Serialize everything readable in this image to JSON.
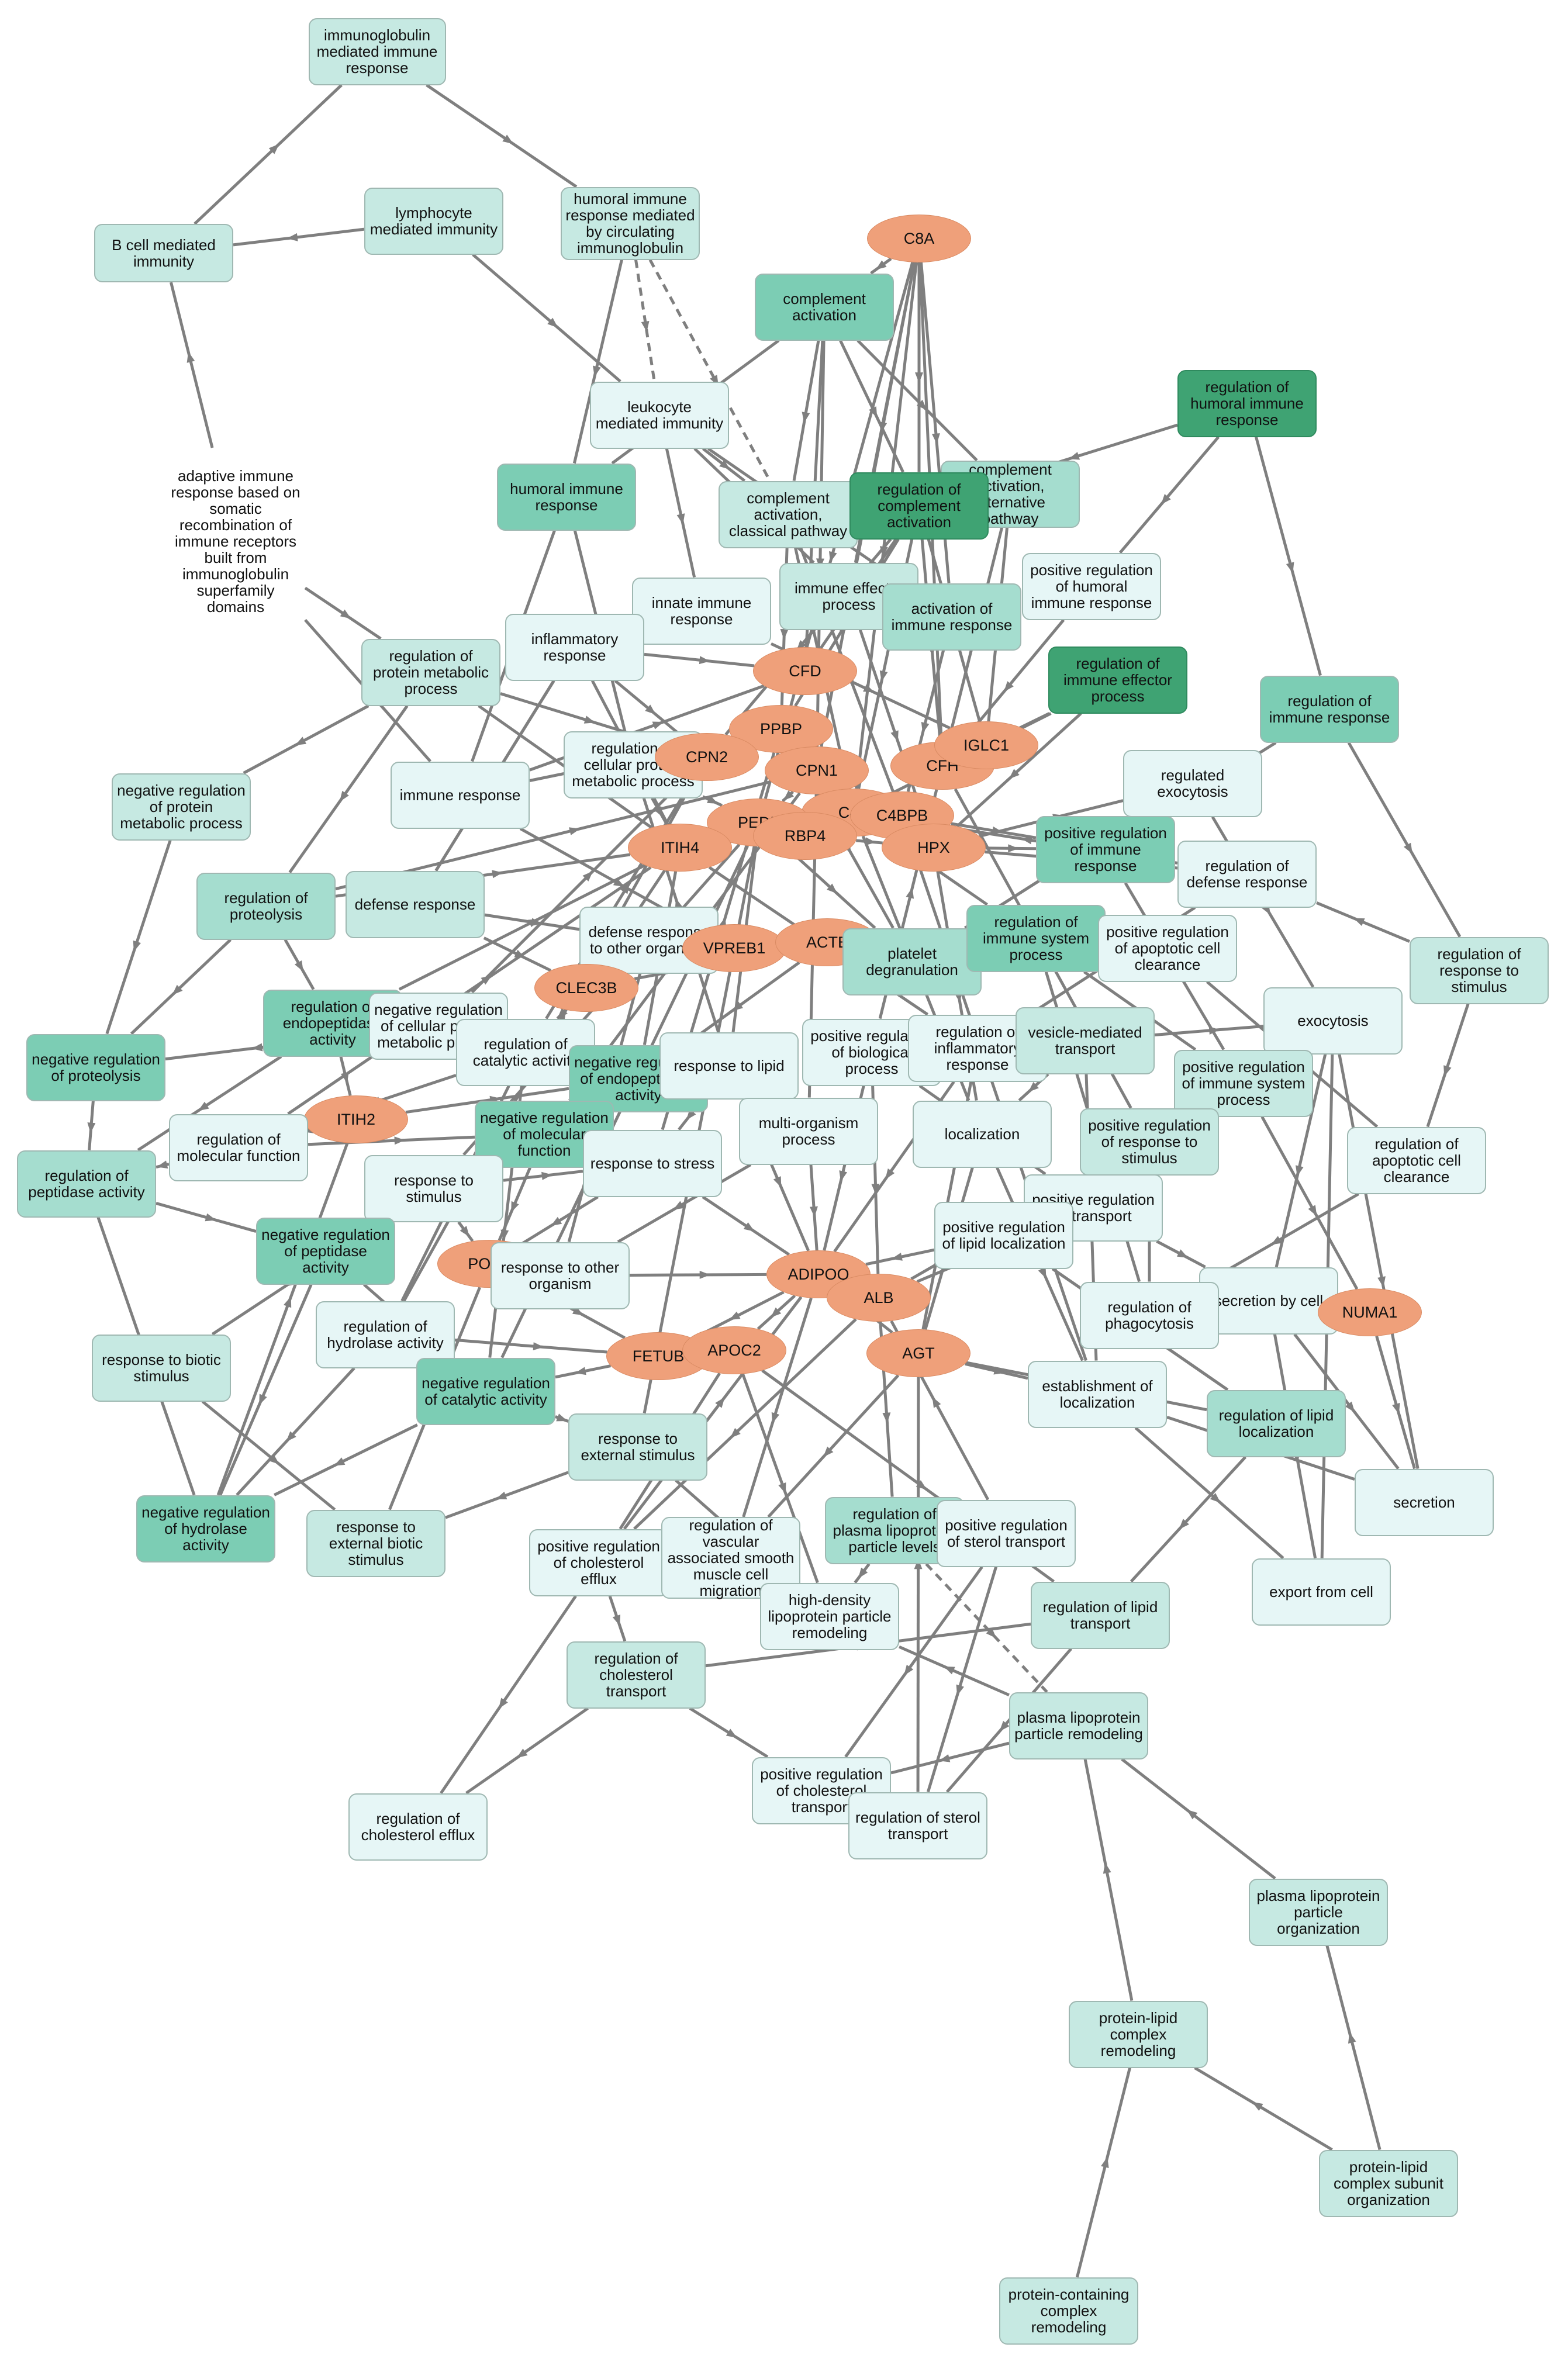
{
  "colors": {
    "edge": "#7f7f7f",
    "gene_fill": "#efa07a",
    "term_levels": [
      "#e6f6f6",
      "#c6e9e2",
      "#a5ddcf",
      "#7ccdb4",
      "#3fa373"
    ]
  },
  "nodes": [
    {
      "id": "immunoglobulin_mediated",
      "label": "immunoglobulin mediated immune response",
      "kind": "term",
      "level": 1
    },
    {
      "id": "humoral_circulating",
      "label": "humoral immune response mediated by circulating immunoglobulin",
      "kind": "term",
      "level": 1
    },
    {
      "id": "lymphocyte_mediated",
      "label": "lymphocyte mediated immunity",
      "kind": "term",
      "level": 1
    },
    {
      "id": "b_cell_mediated",
      "label": "B cell mediated immunity",
      "kind": "term",
      "level": 1
    },
    {
      "id": "c8a",
      "label": "C8A",
      "kind": "gene"
    },
    {
      "id": "complement_activation",
      "label": "complement activation",
      "kind": "term",
      "level": 3
    },
    {
      "id": "regulation_humoral",
      "label": "regulation of humoral immune response",
      "kind": "term",
      "level": 4
    },
    {
      "id": "leukocyte_mediated",
      "label": "leukocyte mediated immunity",
      "kind": "term",
      "level": 0
    },
    {
      "id": "adaptive_immune",
      "label": "adaptive immune response based on somatic recombination of immune receptors built from immunoglobulin superfamily domains",
      "kind": "term",
      "level": 0
    },
    {
      "id": "humoral_immune",
      "label": "humoral immune response",
      "kind": "term",
      "level": 3
    },
    {
      "id": "complement_alternative",
      "label": "complement activation, alternative pathway",
      "kind": "term",
      "level": 2
    },
    {
      "id": "complement_classical",
      "label": "complement activation, classical pathway",
      "kind": "term",
      "level": 1
    },
    {
      "id": "regulation_complement",
      "label": "regulation of complement activation",
      "kind": "term",
      "level": 4
    },
    {
      "id": "positive_reg_humoral",
      "label": "positive regulation of humoral immune response",
      "kind": "term",
      "level": 0
    },
    {
      "id": "innate_immune",
      "label": "innate immune response",
      "kind": "term",
      "level": 0
    },
    {
      "id": "immune_effector",
      "label": "immune effector process",
      "kind": "term",
      "level": 1
    },
    {
      "id": "activation_immune",
      "label": "activation of immune response",
      "kind": "term",
      "level": 2
    },
    {
      "id": "inflammatory_response",
      "label": "inflammatory response",
      "kind": "term",
      "level": 0
    },
    {
      "id": "reg_protein_metabolic",
      "label": "regulation of protein metabolic process",
      "kind": "term",
      "level": 1
    },
    {
      "id": "reg_immune_effector",
      "label": "regulation of immune effector process",
      "kind": "term",
      "level": 4
    },
    {
      "id": "cfd",
      "label": "CFD",
      "kind": "gene"
    },
    {
      "id": "reg_immune_response",
      "label": "regulation of immune response",
      "kind": "term",
      "level": 3
    },
    {
      "id": "reg_cellular_metabolic",
      "label": "regulation of cellular protein metabolic process",
      "kind": "term",
      "level": 0
    },
    {
      "id": "ppbp",
      "label": "PPBP",
      "kind": "gene"
    },
    {
      "id": "cpn2",
      "label": "CPN2",
      "kind": "gene"
    },
    {
      "id": "cpn1",
      "label": "CPN1",
      "kind": "gene"
    },
    {
      "id": "cfh",
      "label": "CFH",
      "kind": "gene"
    },
    {
      "id": "iglc1",
      "label": "IGLC1",
      "kind": "gene"
    },
    {
      "id": "regulated_exocytosis",
      "label": "regulated exocytosis",
      "kind": "term",
      "level": 0
    },
    {
      "id": "neg_reg_protein_metabolic",
      "label": "negative regulation of protein metabolic process",
      "kind": "term",
      "level": 1
    },
    {
      "id": "immune_response",
      "label": "immune response",
      "kind": "term",
      "level": 0
    },
    {
      "id": "c4a",
      "label": "C4A",
      "kind": "gene"
    },
    {
      "id": "c4bp",
      "label": "C4BPB",
      "kind": "gene"
    },
    {
      "id": "pedf",
      "label": "PEDF",
      "kind": "gene"
    },
    {
      "id": "itih4",
      "label": "ITIH4",
      "kind": "gene"
    },
    {
      "id": "rbp",
      "label": "RBP4",
      "kind": "gene"
    },
    {
      "id": "hpx",
      "label": "HPX",
      "kind": "gene"
    },
    {
      "id": "pos_reg_immune",
      "label": "positive regulation of immune response",
      "kind": "term",
      "level": 3
    },
    {
      "id": "reg_defense",
      "label": "regulation of defense response",
      "kind": "term",
      "level": 0
    },
    {
      "id": "reg_proteolysis",
      "label": "regulation of proteolysis",
      "kind": "term",
      "level": 2
    },
    {
      "id": "defense_response",
      "label": "defense response",
      "kind": "term",
      "level": 1
    },
    {
      "id": "defense_other",
      "label": "defense response to other organism",
      "kind": "term",
      "level": 0
    },
    {
      "id": "vpreb1",
      "label": "VPREB1",
      "kind": "gene"
    },
    {
      "id": "actb",
      "label": "ACTB",
      "kind": "gene"
    },
    {
      "id": "platelet_degranulation",
      "label": "platelet degranulation",
      "kind": "term",
      "level": 2
    },
    {
      "id": "reg_immune_system",
      "label": "regulation of immune system process",
      "kind": "term",
      "level": 3
    },
    {
      "id": "pos_reg_apoptotic_clearance",
      "label": "positive regulation of apoptotic cell clearance",
      "kind": "term",
      "level": 0
    },
    {
      "id": "reg_response_stimulus",
      "label": "regulation of response to stimulus",
      "kind": "term",
      "level": 1
    },
    {
      "id": "clec3b",
      "label": "CLEC3B",
      "kind": "gene"
    },
    {
      "id": "reg_endopeptidase",
      "label": "regulation of endopeptidase activity",
      "kind": "term",
      "level": 3
    },
    {
      "id": "neg_reg_cellular_metabolic",
      "label": "negative regulation of cellular protein metabolic process",
      "kind": "term",
      "level": 0
    },
    {
      "id": "reg_catalytic",
      "label": "regulation of catalytic activity",
      "kind": "term",
      "level": 0
    },
    {
      "id": "neg_reg_endopeptidase",
      "label": "negative regulation of endopeptidase activity",
      "kind": "term",
      "level": 3
    },
    {
      "id": "response_lipid",
      "label": "response to lipid",
      "kind": "term",
      "level": 0
    },
    {
      "id": "pos_reg_biological",
      "label": "positive regulation of biological process",
      "kind": "term",
      "level": 0
    },
    {
      "id": "reg_inflammatory",
      "label": "regulation of inflammatory response",
      "kind": "term",
      "level": 0
    },
    {
      "id": "vesicle_transport",
      "label": "vesicle-mediated transport",
      "kind": "term",
      "level": 1
    },
    {
      "id": "exocytosis",
      "label": "exocytosis",
      "kind": "term",
      "level": 0
    },
    {
      "id": "neg_reg_proteolysis",
      "label": "negative regulation of proteolysis",
      "kind": "term",
      "level": 3
    },
    {
      "id": "itih2",
      "label": "ITIH2",
      "kind": "gene"
    },
    {
      "id": "reg_molecular",
      "label": "regulation of molecular function",
      "kind": "term",
      "level": 0
    },
    {
      "id": "neg_reg_molecular",
      "label": "negative regulation of molecular function",
      "kind": "term",
      "level": 3
    },
    {
      "id": "multi_organism",
      "label": "multi-organism process",
      "kind": "term",
      "level": 0
    },
    {
      "id": "localization",
      "label": "localization",
      "kind": "term",
      "level": 0
    },
    {
      "id": "pos_reg_immune_system",
      "label": "positive regulation of immune system process",
      "kind": "term",
      "level": 1
    },
    {
      "id": "response_stress",
      "label": "response to stress",
      "kind": "term",
      "level": 0
    },
    {
      "id": "pos_reg_response_stimulus",
      "label": "positive regulation of response to stimulus",
      "kind": "term",
      "level": 1
    },
    {
      "id": "reg_apoptotic_clearance",
      "label": "regulation of apoptotic cell clearance",
      "kind": "term",
      "level": 0
    },
    {
      "id": "reg_peptidase",
      "label": "regulation of peptidase activity",
      "kind": "term",
      "level": 2
    },
    {
      "id": "response_stimulus",
      "label": "response to stimulus",
      "kind": "term",
      "level": 0
    },
    {
      "id": "pos_reg_transport",
      "label": "positive regulation of transport",
      "kind": "term",
      "level": 0
    },
    {
      "id": "pos_reg_lipid_loc",
      "label": "positive regulation of lipid localization",
      "kind": "term",
      "level": 0
    },
    {
      "id": "neg_reg_peptidase",
      "label": "negative regulation of peptidase activity",
      "kind": "term",
      "level": 3
    },
    {
      "id": "pon1",
      "label": "PON1",
      "kind": "gene"
    },
    {
      "id": "response_other_org",
      "label": "response to other organism",
      "kind": "term",
      "level": 0
    },
    {
      "id": "adipoq",
      "label": "ADIPOQ",
      "kind": "gene"
    },
    {
      "id": "alb",
      "label": "ALB",
      "kind": "gene"
    },
    {
      "id": "secretion_cell",
      "label": "secretion by cell",
      "kind": "term",
      "level": 0
    },
    {
      "id": "numa1",
      "label": "NUMA1",
      "kind": "gene"
    },
    {
      "id": "reg_phagocytosis",
      "label": "regulation of phagocytosis",
      "kind": "term",
      "level": 0
    },
    {
      "id": "response_biotic",
      "label": "response to biotic stimulus",
      "kind": "term",
      "level": 1
    },
    {
      "id": "reg_hydrolase",
      "label": "regulation of hydrolase activity",
      "kind": "term",
      "level": 0
    },
    {
      "id": "fetub",
      "label": "FETUB",
      "kind": "gene"
    },
    {
      "id": "apoc2",
      "label": "APOC2",
      "kind": "gene"
    },
    {
      "id": "agt",
      "label": "AGT",
      "kind": "gene"
    },
    {
      "id": "neg_reg_catalytic",
      "label": "negative regulation of catalytic activity",
      "kind": "term",
      "level": 3
    },
    {
      "id": "establishment_loc",
      "label": "establishment of localization",
      "kind": "term",
      "level": 0
    },
    {
      "id": "reg_lipid_loc",
      "label": "regulation of lipid localization",
      "kind": "term",
      "level": 2
    },
    {
      "id": "response_external",
      "label": "response to external stimulus",
      "kind": "term",
      "level": 1
    },
    {
      "id": "secretion",
      "label": "secretion",
      "kind": "term",
      "level": 0
    },
    {
      "id": "neg_reg_hydrolase",
      "label": "negative regulation of hydrolase activity",
      "kind": "term",
      "level": 3
    },
    {
      "id": "response_ext_biotic",
      "label": "response to external biotic stimulus",
      "kind": "term",
      "level": 1
    },
    {
      "id": "pos_reg_chol_efflux",
      "label": "positive regulation of cholesterol efflux",
      "kind": "term",
      "level": 0
    },
    {
      "id": "reg_vascular",
      "label": "regulation of vascular associated smooth muscle cell migration",
      "kind": "term",
      "level": 0
    },
    {
      "id": "reg_plasma_levels",
      "label": "regulation of plasma lipoprotein particle levels",
      "kind": "term",
      "level": 2
    },
    {
      "id": "pos_reg_sterol",
      "label": "positive regulation of sterol transport",
      "kind": "term",
      "level": 0
    },
    {
      "id": "hdl_remodeling",
      "label": "high-density lipoprotein particle remodeling",
      "kind": "term",
      "level": 0
    },
    {
      "id": "export_cell",
      "label": "export from cell",
      "kind": "term",
      "level": 0
    },
    {
      "id": "reg_lipid_transport",
      "label": "regulation of lipid transport",
      "kind": "term",
      "level": 1
    },
    {
      "id": "reg_chol_transport",
      "label": "regulation of cholesterol transport",
      "kind": "term",
      "level": 1
    },
    {
      "id": "plasma_remodeling",
      "label": "plasma lipoprotein particle remodeling",
      "kind": "term",
      "level": 1
    },
    {
      "id": "pos_reg_chol_transport",
      "label": "positive regulation of cholesterol transport",
      "kind": "term",
      "level": 0
    },
    {
      "id": "reg_sterol_transport",
      "label": "regulation of sterol transport",
      "kind": "term",
      "level": 0
    },
    {
      "id": "reg_chol_efflux",
      "label": "regulation of cholesterol efflux",
      "kind": "term",
      "level": 0
    },
    {
      "id": "plasma_organization",
      "label": "plasma lipoprotein particle organization",
      "kind": "term",
      "level": 1
    },
    {
      "id": "protein_lipid_remodeling",
      "label": "protein-lipid complex remodeling",
      "kind": "term",
      "level": 1
    },
    {
      "id": "protein_lipid_subunit",
      "label": "protein-lipid complex subunit organization",
      "kind": "term",
      "level": 1
    },
    {
      "id": "protein_containing_remodeling",
      "label": "protein-containing complex remodeling",
      "kind": "term",
      "level": 1
    }
  ]
}
